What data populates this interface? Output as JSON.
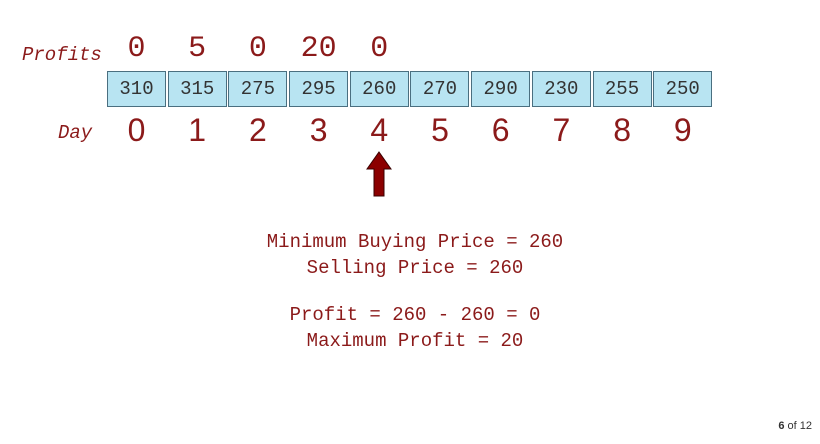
{
  "labels": {
    "profits": "Profits",
    "day": "Day"
  },
  "profits": [
    "0",
    "5",
    "0",
    "20",
    "0"
  ],
  "prices": [
    "310",
    "315",
    "275",
    "295",
    "260",
    "270",
    "290",
    "230",
    "255",
    "250"
  ],
  "days": [
    "0",
    "1",
    "2",
    "3",
    "4",
    "5",
    "6",
    "7",
    "8",
    "9"
  ],
  "pointer": {
    "day_index": 4,
    "color": "#8b0000",
    "icon": "up-arrow-icon"
  },
  "info": {
    "min_buying_price": "Minimum Buying Price = 260",
    "selling_price": "Selling Price = 260",
    "profit": "Profit = 260 - 260 = 0",
    "maximum_profit": "Maximum Profit = 20"
  },
  "pagination": {
    "current": "6",
    "separator": "of",
    "total": "12"
  },
  "colors": {
    "accent": "#8b1a1a",
    "cell_fill": "#b8e4f2"
  }
}
